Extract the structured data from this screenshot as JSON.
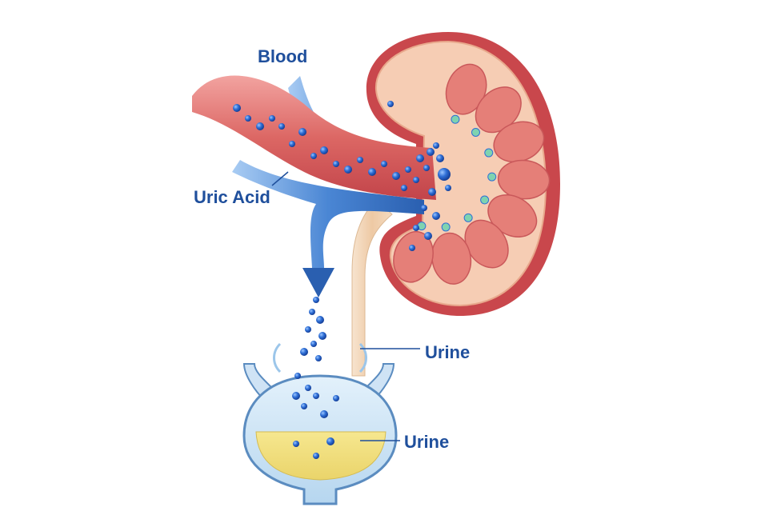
{
  "labels": {
    "blood": "Blood",
    "uric_acid": "Uric Acid",
    "urine_ureter": "Urine",
    "urine_bladder": "Urine"
  },
  "colors": {
    "label": "#1f4f9c",
    "artery": "#d9605f",
    "vein": "#4a86d4",
    "kidney_rim": "#c9474c",
    "kidney_cortex": "#f6cdb4",
    "urine": "#f1dd7a",
    "crystal": "#2f6fd6"
  }
}
